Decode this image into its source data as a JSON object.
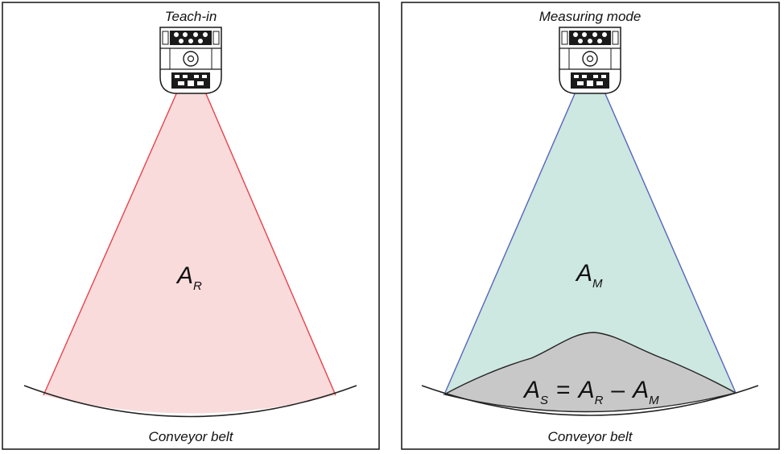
{
  "panels": [
    {
      "id": "teach-in",
      "title": "Teach-in",
      "area_label": {
        "main": "A",
        "sub": "R"
      },
      "bottom_label": "Conveyor belt",
      "cone_fill": "#f9dbdc",
      "cone_stroke": "#e8434a"
    },
    {
      "id": "measuring-mode",
      "title": "Measuring mode",
      "area_label": {
        "main": "A",
        "sub": "M"
      },
      "formula": {
        "lhs_main": "A",
        "lhs_sub": "S",
        "equals": "=",
        "t1_main": "A",
        "t1_sub": "R",
        "minus": "–",
        "t2_main": "A",
        "t2_sub": "M"
      },
      "bottom_label": "Conveyor belt",
      "cone_fill": "#cde7e1",
      "cone_stroke": "#5566bb",
      "pile_fill": "#c8c8c8"
    }
  ],
  "colors": {
    "frame": "#222222",
    "belt": "#222222",
    "sensor_body": "#ffffff",
    "sensor_dark": "#1a1a1a"
  },
  "icons": [
    "sensor-device-icon"
  ]
}
